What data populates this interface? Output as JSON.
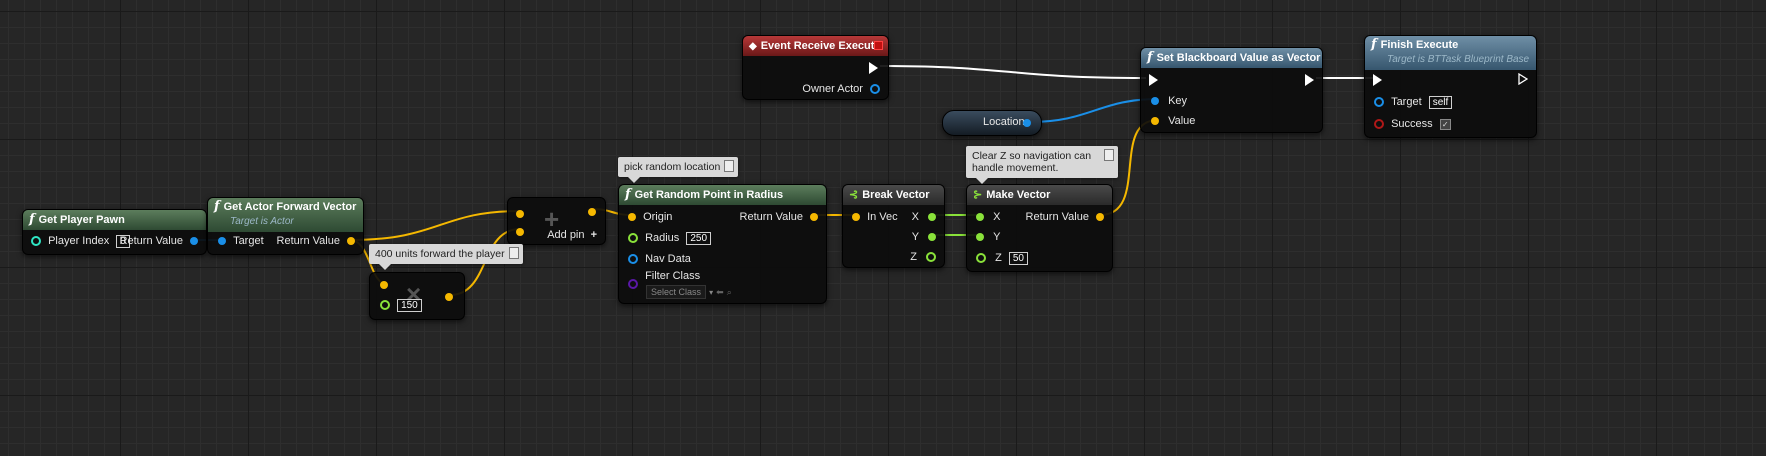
{
  "nodes": {
    "get_player_pawn": {
      "title": "Get Player Pawn",
      "player_index_label": "Player Index",
      "player_index_value": "0",
      "return_label": "Return Value"
    },
    "get_actor_forward": {
      "title": "Get Actor Forward Vector",
      "subtitle": "Target is Actor",
      "target_label": "Target",
      "return_label": "Return Value"
    },
    "multiply": {
      "operator": "×",
      "value": "150"
    },
    "add": {
      "operator": "+",
      "add_pin_label": "Add pin",
      "add_pin_icon": "+"
    },
    "get_random_point": {
      "title": "Get Random Point in Radius",
      "origin_label": "Origin",
      "return_label": "Return Value",
      "radius_label": "Radius",
      "radius_value": "250",
      "nav_data_label": "Nav Data",
      "filter_class_label": "Filter Class",
      "filter_class_select": "Select Class"
    },
    "break_vector": {
      "title": "Break Vector",
      "in_vec_label": "In Vec",
      "x_label": "X",
      "y_label": "Y",
      "z_label": "Z"
    },
    "make_vector": {
      "title": "Make Vector",
      "x_label": "X",
      "y_label": "Y",
      "z_label": "Z",
      "z_value": "50",
      "return_label": "Return Value"
    },
    "event_receive_execute": {
      "title": "Event Receive Execute",
      "owner_actor_label": "Owner Actor"
    },
    "location_var": {
      "label": "Location"
    },
    "set_blackboard": {
      "title": "Set Blackboard Value as Vector",
      "key_label": "Key",
      "value_label": "Value"
    },
    "finish_execute": {
      "title": "Finish Execute",
      "subtitle": "Target is BTTask Blueprint Base",
      "target_label": "Target",
      "target_value": "self",
      "success_label": "Success"
    }
  },
  "comments": {
    "random": "pick random location",
    "forward": "400 units forward the player",
    "clearz": "Clear Z so navigation can handle movement."
  },
  "icons": {
    "function": "function-icon",
    "event": "event-diamond-icon",
    "break": "break-struct-icon",
    "make": "make-struct-icon",
    "comment": "comment-bubble-icon"
  },
  "colors": {
    "exec": "#ffffff",
    "vector_pin": "#f5b800",
    "object_pin": "#1a8fe8",
    "int_pin": "#2fe5c4",
    "float_pin": "#8ae23a",
    "bool_pin": "#b01818",
    "class_pin": "#5a18a8"
  }
}
